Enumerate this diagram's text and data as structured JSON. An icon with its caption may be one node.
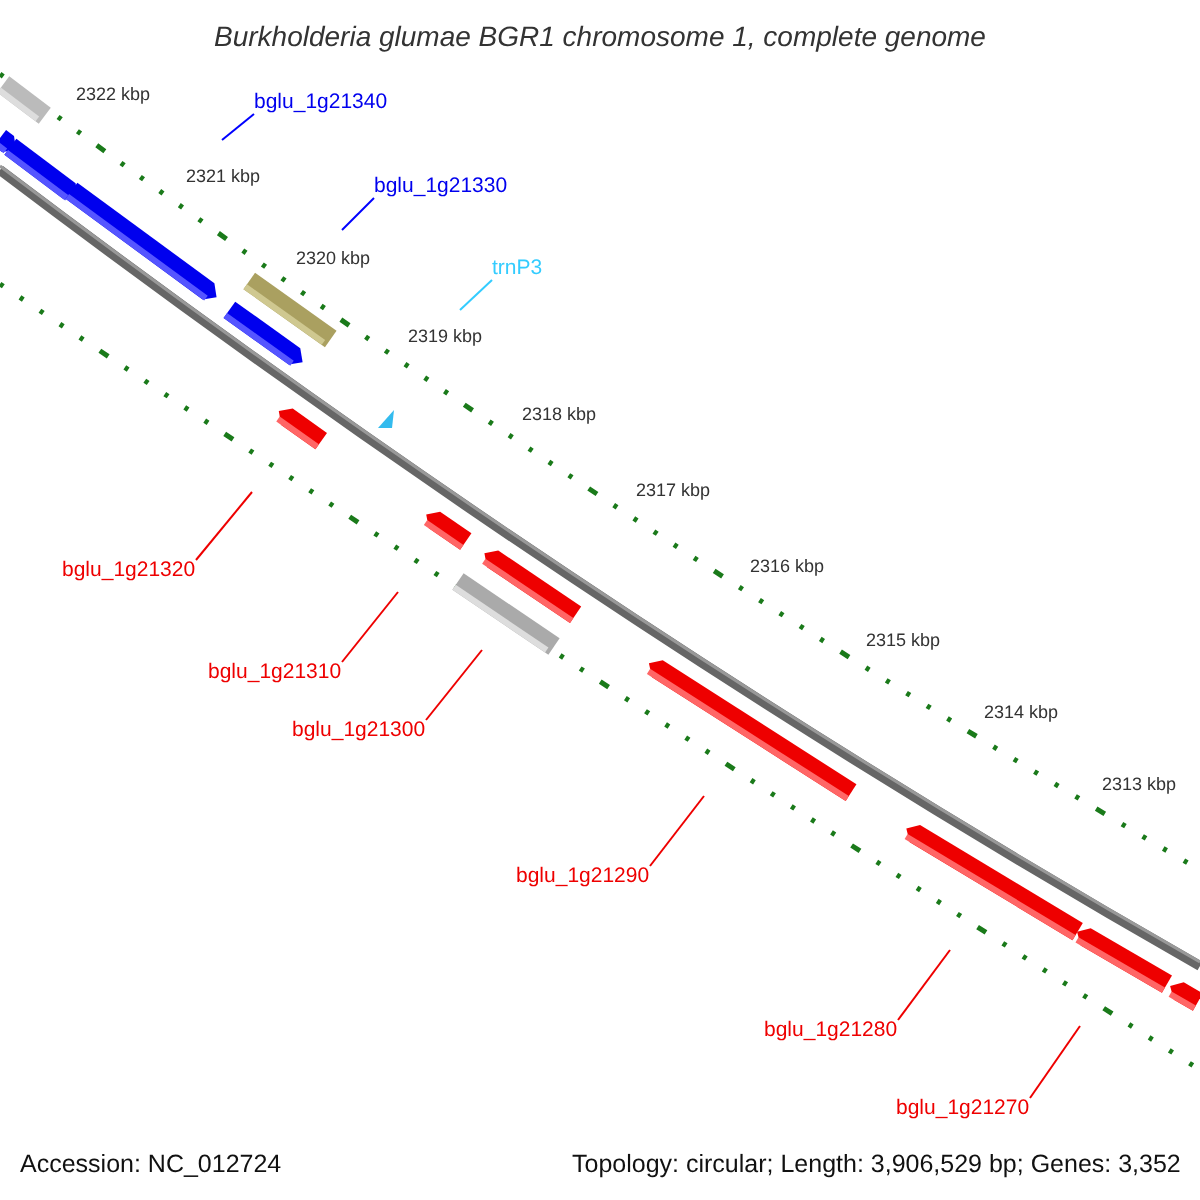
{
  "diagram": {
    "title": "Burkholderia glumae BGR1 chromosome 1, complete genome",
    "nodes": [
      {
        "text": [
          "bglu_1g21340"
        ]
      },
      {
        "text": [
          "bglu_1g21330"
        ]
      },
      {
        "text": [
          "trnP3"
        ]
      },
      {
        "text": [
          "bglu_1g21320"
        ]
      },
      {
        "text": [
          "bglu_1g21310"
        ]
      },
      {
        "text": [
          "bglu_1g21300"
        ]
      },
      {
        "text": [
          "bglu_1g21290"
        ]
      },
      {
        "text": [
          "bglu_1g21280"
        ]
      },
      {
        "text": [
          "bglu_1g21270"
        ]
      }
    ],
    "edges": [
      {
        "from": 0,
        "to": null,
        "arrow": "none",
        "color": "#0000ff"
      },
      {
        "from": 1,
        "to": null,
        "arrow": "none",
        "color": "#0000ff"
      },
      {
        "from": 2,
        "to": null,
        "arrow": "none",
        "color": "#33ccff"
      },
      {
        "from": 3,
        "to": null,
        "arrow": "none"
      },
      {
        "from": 4,
        "to": null,
        "arrow": "none"
      },
      {
        "from": 5,
        "to": null,
        "arrow": "none"
      },
      {
        "from": 6,
        "to": null,
        "arrow": "none"
      },
      {
        "from": 7,
        "to": null,
        "arrow": "none"
      },
      {
        "from": 8,
        "to": null,
        "arrow": "none"
      }
    ],
    "labels": [
      "2322 kbp",
      "2321 kbp",
      "2320 kbp",
      "2319 kbp",
      "2318 kbp",
      "2317 kbp",
      "2316 kbp",
      "2315 kbp",
      "2314 kbp",
      "2313 kbp",
      "Accession: NC_012724",
      "Topology: circular; Length: 3,906,529 bp; Genes: 3,352"
    ]
  }
}
